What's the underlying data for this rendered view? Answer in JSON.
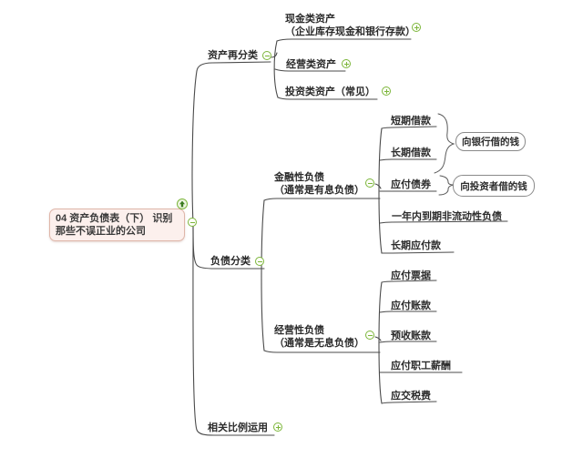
{
  "root": {
    "label": "04 资产负债表（下） 识别那些不误正业的公司"
  },
  "nodes": {
    "asset_reclass": "资产再分类",
    "cash_assets_1": "现金类资产",
    "cash_assets_2": "（企业库存现金和银行存款）",
    "operating_assets": "经营类资产",
    "investment_assets": "投资类资产（常见）",
    "liability_class": "负债分类",
    "financial_liab_1": "金融性负债",
    "financial_liab_2": "（通常是有息负债）",
    "short_term_loan": "短期借款",
    "long_term_loan": "长期借款",
    "bonds_payable": "应付债券",
    "due_within_year": "一年内到期非流动性负债",
    "long_term_payable": "长期应付款",
    "operating_liab_1": "经营性负债",
    "operating_liab_2": "（通常是无息负债）",
    "notes_payable": "应付票据",
    "accounts_payable": "应付账款",
    "advance_receipts": "预收账款",
    "payroll_payable": "应付职工薪酬",
    "taxes_payable": "应交税费",
    "ratio_usage": "相关比例运用"
  },
  "callouts": {
    "bank_borrow": "向银行借的钱",
    "investor_borrow": "向投资者借的钱"
  },
  "icons": {
    "collapse": "minus-in-circle",
    "expand": "plus-in-circle",
    "root_marker": "green-up-arrow"
  },
  "colors": {
    "accent_green": "#7cb63b",
    "arrow_green": "#3a7a1f",
    "root_bg": "#fcf0ed",
    "root_border": "#dfb6a9",
    "line": "#4b4b4b",
    "bubble_border": "#8a8a8a"
  }
}
